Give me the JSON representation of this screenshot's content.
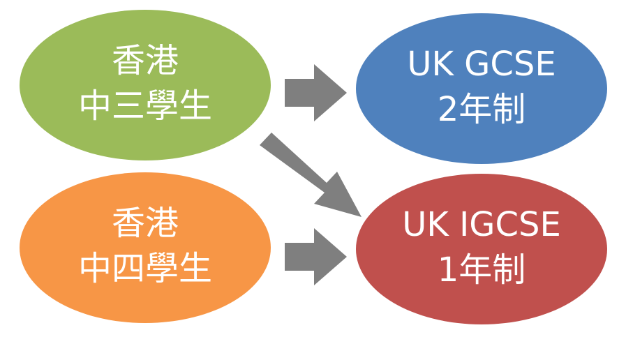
{
  "nodes": {
    "hk_f3": {
      "line1": "香港",
      "line2": "中三學生",
      "color": "#9BBB59"
    },
    "hk_f4": {
      "line1": "香港",
      "line2": "中四學生",
      "color": "#F79646"
    },
    "uk_gcse": {
      "line1": "UK GCSE",
      "line2": "2年制",
      "color": "#4F81BD"
    },
    "uk_igcse": {
      "line1": "UK IGCSE",
      "line2": "1年制",
      "color": "#C0504D"
    }
  },
  "arrow_color": "#7F7F7F"
}
